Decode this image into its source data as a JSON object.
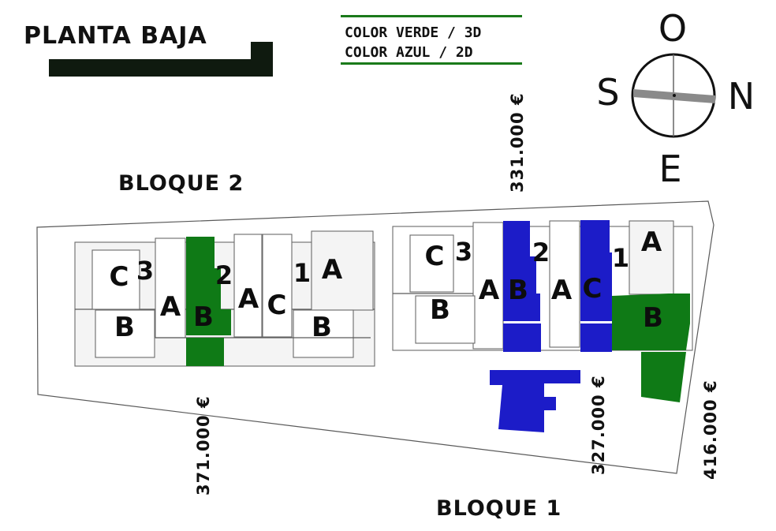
{
  "title": "PLANTA BAJA",
  "legend": {
    "line1": "COLOR VERDE / 3D",
    "line2": "COLOR AZUL / 2D"
  },
  "colors": {
    "green_3d": "#0f7a16",
    "blue_2d": "#1c1cc8",
    "title_bar": "#0f1a0f",
    "legend_rule": "#1a7a1a"
  },
  "compass": {
    "top": "O",
    "left": "S",
    "right": "N",
    "bottom": "E"
  },
  "blocks": {
    "bloque2": {
      "label": "BLOQUE 2",
      "letters": {
        "c3_letter": "C",
        "c3_num": "3",
        "a_left": "A",
        "b_green": "B",
        "num2": "2",
        "a_mid": "A",
        "c_right": "C",
        "num1": "1",
        "a_right": "A",
        "b_left": "B",
        "b_right": "B"
      },
      "price_bottom": "371.000 €"
    },
    "bloque1": {
      "label": "BLOQUE 1",
      "letters": {
        "c_left": "C",
        "num3": "3",
        "b_left": "B",
        "a_1": "A",
        "b_blue": "B",
        "num2": "2",
        "a_2": "A",
        "c_blue": "C",
        "num1": "1",
        "a_top": "A",
        "b_green": "B"
      },
      "price_top": "331.000 €",
      "price_bottom_blue": "327.000 €",
      "price_bottom_green": "416.000 €"
    }
  }
}
